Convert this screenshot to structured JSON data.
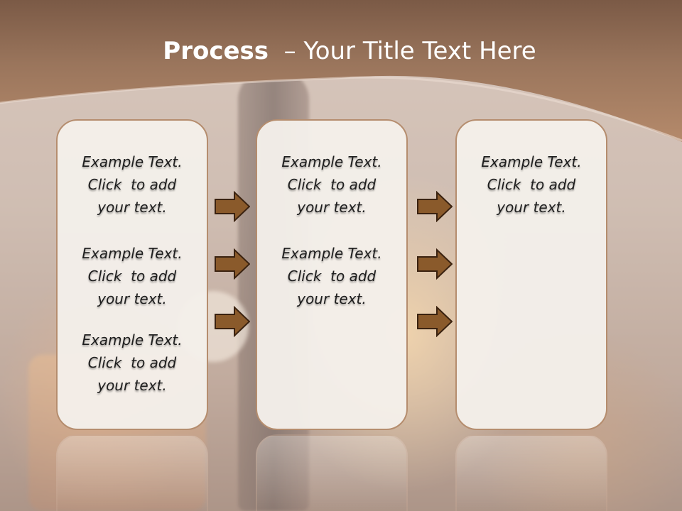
{
  "slide": {
    "title_bold": "Process",
    "title_rest": "  – Your Title Text Here"
  },
  "columns": [
    {
      "blocks": [
        [
          "Example Text.",
          "Click  to add",
          "your text."
        ],
        [
          "Example Text.",
          "Click  to add",
          "your text."
        ],
        [
          "Example Text.",
          "Click  to add",
          "your text."
        ]
      ]
    },
    {
      "blocks": [
        [
          "Example Text.",
          "Click  to add",
          "your text."
        ],
        [
          "Example Text.",
          "Click  to add",
          "your text."
        ]
      ]
    },
    {
      "blocks": [
        [
          "Example Text.",
          "Click  to add",
          "your text."
        ]
      ]
    }
  ],
  "colors": {
    "arrow_fill": "#8a5a2b",
    "arrow_stroke": "#3a2210",
    "card_border": "#b58d6e",
    "header": "#9a755c"
  },
  "icons": [
    "right-arrow-icon"
  ]
}
